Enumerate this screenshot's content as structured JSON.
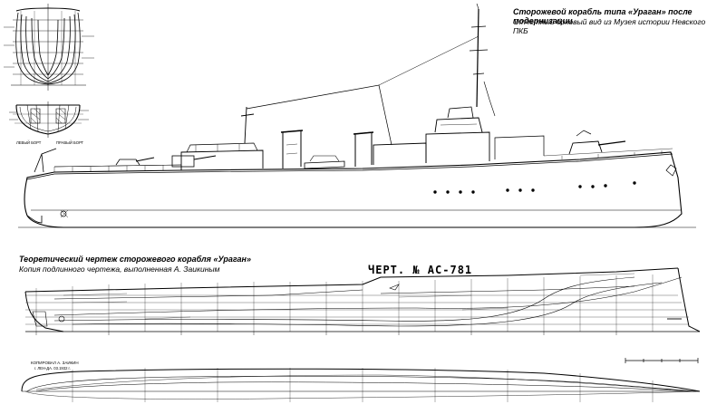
{
  "header": {
    "title": "Сторожевой корабль типа «Ураган» после модернизации",
    "subtitle": "Отчетный боковый вид из Музея истории Невского ПКБ"
  },
  "theory": {
    "title": "Теоретический чертеж сторожевого корабля «Ураган»",
    "subtitle": "Копия подлинного чертежа, выполненная А. Заикиным",
    "drawing_number": "ЧЕРТ. № АС-781"
  },
  "section_labels": {
    "left": "ЛЕВЫЙ БОРТ",
    "right": "ПРАВЫЙ БОРТ"
  },
  "signature": {
    "line1": "КОПИРОВАЛ А. ЗАИКИН",
    "line2": "г. ЛЕН-ДА. 03.1932 г."
  },
  "colors": {
    "ink": "#000000",
    "paper": "#ffffff"
  }
}
